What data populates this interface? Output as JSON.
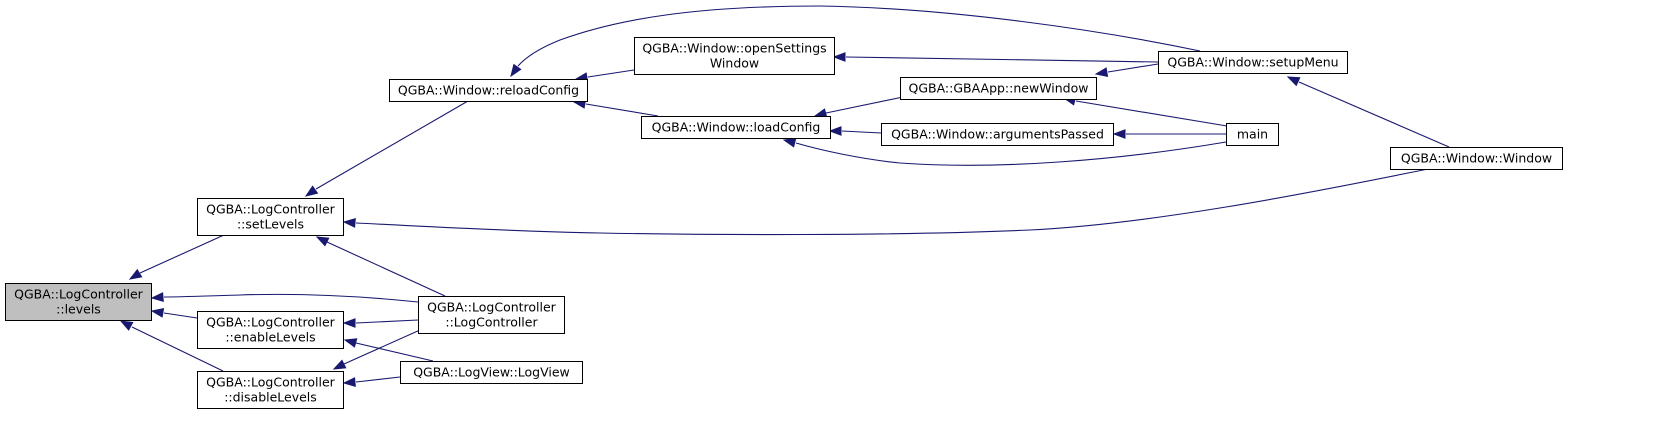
{
  "graph": {
    "colors": {
      "edge": "#191970",
      "root_fill": "#bfbfbf",
      "node_fill": "#ffffff",
      "node_stroke": "#000000"
    },
    "nodes": [
      {
        "id": "levels",
        "lines": [
          "QGBA::LogController",
          "::levels"
        ],
        "root": true
      },
      {
        "id": "setLevels",
        "lines": [
          "QGBA::LogController",
          "::setLevels"
        ]
      },
      {
        "id": "enableLevels",
        "lines": [
          "QGBA::LogController",
          "::enableLevels"
        ]
      },
      {
        "id": "disableLevels",
        "lines": [
          "QGBA::LogController",
          "::disableLevels"
        ]
      },
      {
        "id": "logController",
        "lines": [
          "QGBA::LogController",
          "::LogController"
        ]
      },
      {
        "id": "logView",
        "lines": [
          "QGBA::LogView::LogView"
        ]
      },
      {
        "id": "reloadConfig",
        "lines": [
          "QGBA::Window::reloadConfig"
        ]
      },
      {
        "id": "openSettings",
        "lines": [
          "QGBA::Window::openSettings",
          "Window"
        ]
      },
      {
        "id": "loadConfig",
        "lines": [
          "QGBA::Window::loadConfig"
        ]
      },
      {
        "id": "newWindow",
        "lines": [
          "QGBA::GBAApp::newWindow"
        ]
      },
      {
        "id": "argumentsPassed",
        "lines": [
          "QGBA::Window::argumentsPassed"
        ]
      },
      {
        "id": "setupMenu",
        "lines": [
          "QGBA::Window::setupMenu"
        ]
      },
      {
        "id": "main",
        "lines": [
          "main"
        ]
      },
      {
        "id": "windowCtor",
        "lines": [
          "QGBA::Window::Window"
        ]
      }
    ],
    "edges": [
      {
        "from": "setLevels",
        "to": "levels"
      },
      {
        "from": "logController",
        "to": "levels"
      },
      {
        "from": "enableLevels",
        "to": "levels"
      },
      {
        "from": "disableLevels",
        "to": "levels"
      },
      {
        "from": "reloadConfig",
        "to": "setLevels"
      },
      {
        "from": "logController",
        "to": "setLevels"
      },
      {
        "from": "windowCtor",
        "to": "setLevels"
      },
      {
        "from": "logController",
        "to": "enableLevels"
      },
      {
        "from": "logView",
        "to": "enableLevels"
      },
      {
        "from": "logController",
        "to": "disableLevels"
      },
      {
        "from": "logView",
        "to": "disableLevels"
      },
      {
        "from": "openSettings",
        "to": "reloadConfig"
      },
      {
        "from": "loadConfig",
        "to": "reloadConfig"
      },
      {
        "from": "setupMenu",
        "to": "reloadConfig"
      },
      {
        "from": "setupMenu",
        "to": "openSettings"
      },
      {
        "from": "newWindow",
        "to": "loadConfig"
      },
      {
        "from": "argumentsPassed",
        "to": "loadConfig"
      },
      {
        "from": "main",
        "to": "loadConfig"
      },
      {
        "from": "setupMenu",
        "to": "newWindow"
      },
      {
        "from": "main",
        "to": "newWindow"
      },
      {
        "from": "main",
        "to": "argumentsPassed"
      },
      {
        "from": "windowCtor",
        "to": "setupMenu"
      }
    ]
  }
}
